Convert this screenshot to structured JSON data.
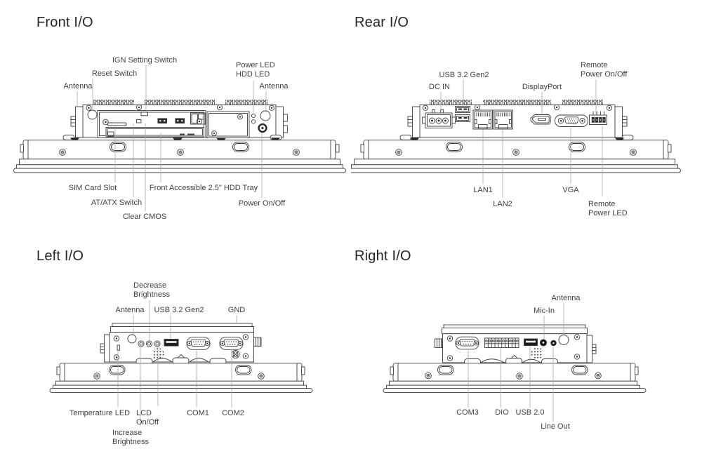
{
  "colors": {
    "background": "#ffffff",
    "line_art": "#3c3c3c",
    "label_text": "#3f3f3f",
    "title_text": "#262626",
    "leader_line": "#a8a8a8"
  },
  "views": {
    "front": {
      "title": "Front I/O",
      "labels": {
        "ign": "IGN Setting Switch",
        "reset": "Reset Switch",
        "antenna_left": "Antenna",
        "power_led": "Power LED",
        "hdd_led": "HDD LED",
        "antenna_right": "Antenna",
        "sim": "SIM Card Slot",
        "hdd_tray": "Front Accessible 2.5\" HDD Tray",
        "at_atx": "AT/ATX Switch",
        "power_onoff": "Power On/Off",
        "clear_cmos": "Clear CMOS"
      }
    },
    "rear": {
      "title": "Rear I/O",
      "labels": {
        "usb": "USB 3.2 Gen2",
        "dc_in": "DC IN",
        "displayport": "DisplayPort",
        "remote_power_line1": "Remote",
        "remote_power_line2": "Power On/Off",
        "lan1": "LAN1",
        "lan2": "LAN2",
        "vga": "VGA",
        "remote_led_line1": "Remote",
        "remote_led_line2": "Power LED"
      }
    },
    "left": {
      "title": "Left I/O",
      "labels": {
        "decrease_line1": "Decrease",
        "decrease_line2": "Brightness",
        "antenna": "Antenna",
        "usb": "USB 3.2 Gen2",
        "gnd": "GND",
        "temperature_led": "Temperature LED",
        "increase_line1": "Increase",
        "increase_line2": "Brightness",
        "lcd_line1": "LCD",
        "lcd_line2": "On/Off",
        "com1": "COM1",
        "com2": "COM2"
      }
    },
    "right": {
      "title": "Right I/O",
      "labels": {
        "antenna": "Antenna",
        "mic_in": "Mic-In",
        "com3": "COM3",
        "dio": "DIO",
        "usb": "USB 2.0",
        "line_out": "Line Out"
      }
    }
  }
}
